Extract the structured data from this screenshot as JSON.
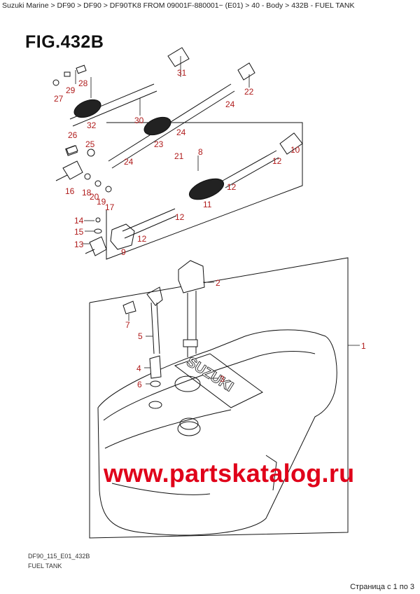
{
  "breadcrumb": "Suzuki Marine > DF90 > DF90 > DF90TK8 FROM 09001F-880001~ (E01) > 40 - Body > 432B - FUEL TANK",
  "figure_title": "FIG.432B",
  "watermark": "www.partskatalog.ru",
  "tank_brand": "SUZUKI",
  "footer": {
    "code": "DF90_115_E01_432B",
    "name": "FUEL TANK"
  },
  "page_info": "Страница с 1 по 3",
  "callouts": {
    "c1": "1",
    "c2": "2",
    "c3": "3",
    "c4": "4",
    "c5": "5",
    "c6": "6",
    "c7": "7",
    "c8": "8",
    "c9": "9",
    "c10": "10",
    "c11": "11",
    "c12a": "12",
    "c12b": "12",
    "c12c": "12",
    "c12d": "12",
    "c13": "13",
    "c14": "14",
    "c15": "15",
    "c16": "16",
    "c17": "17",
    "c18": "18",
    "c19": "19",
    "c20": "20",
    "c21": "21",
    "c22": "22",
    "c23": "23",
    "c24a": "24",
    "c24b": "24",
    "c24c": "24",
    "c25": "25",
    "c26": "26",
    "c27": "27",
    "c28": "28",
    "c29": "29",
    "c30": "30",
    "c31": "31",
    "c32": "32"
  }
}
